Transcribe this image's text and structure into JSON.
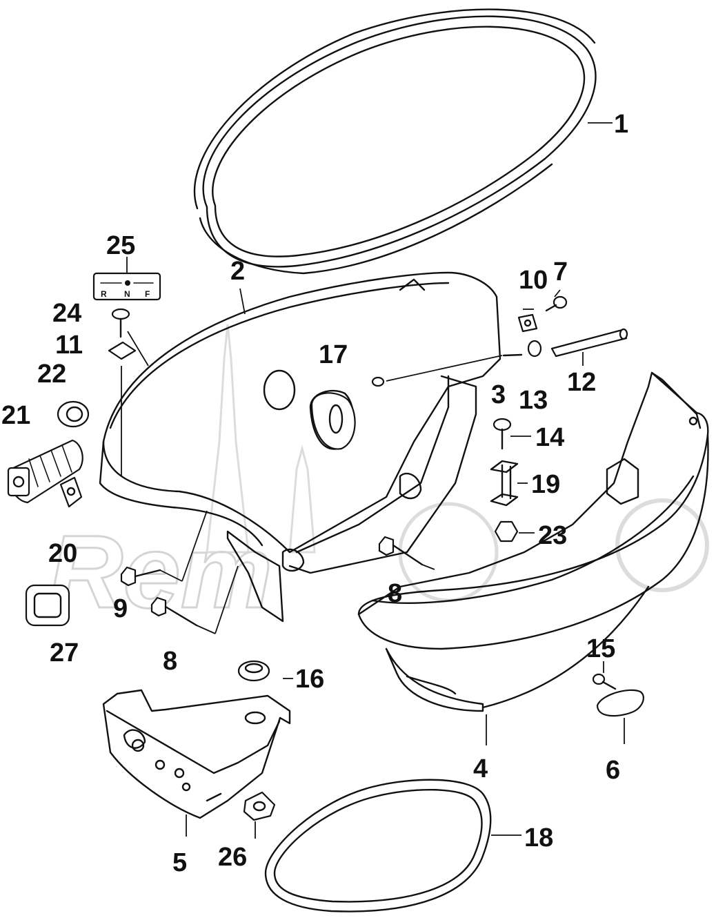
{
  "watermark": "Rem",
  "label_25_glyphs": {
    "r": "R",
    "n": "N",
    "f": "F"
  },
  "callouts": [
    {
      "id": "1",
      "text": "1"
    },
    {
      "id": "2",
      "text": "2"
    },
    {
      "id": "3",
      "text": "3"
    },
    {
      "id": "4",
      "text": "4"
    },
    {
      "id": "5",
      "text": "5"
    },
    {
      "id": "6",
      "text": "6"
    },
    {
      "id": "7",
      "text": "7"
    },
    {
      "id": "8a",
      "text": "8"
    },
    {
      "id": "8b",
      "text": "8"
    },
    {
      "id": "9",
      "text": "9"
    },
    {
      "id": "10",
      "text": "10"
    },
    {
      "id": "11",
      "text": "11"
    },
    {
      "id": "12",
      "text": "12"
    },
    {
      "id": "13",
      "text": "13"
    },
    {
      "id": "14",
      "text": "14"
    },
    {
      "id": "15",
      "text": "15"
    },
    {
      "id": "16",
      "text": "16"
    },
    {
      "id": "17",
      "text": "17"
    },
    {
      "id": "18",
      "text": "18"
    },
    {
      "id": "19",
      "text": "19"
    },
    {
      "id": "20",
      "text": "20"
    },
    {
      "id": "21",
      "text": "21"
    },
    {
      "id": "22",
      "text": "22"
    },
    {
      "id": "23",
      "text": "23"
    },
    {
      "id": "24",
      "text": "24"
    },
    {
      "id": "25",
      "text": "25"
    },
    {
      "id": "26",
      "text": "26"
    },
    {
      "id": "27",
      "text": "27"
    }
  ]
}
